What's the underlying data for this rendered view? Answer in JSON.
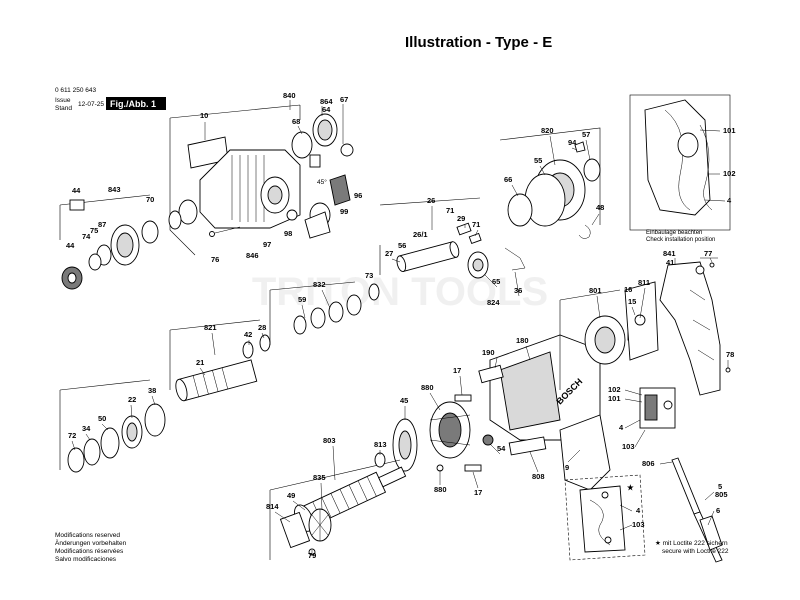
{
  "header": {
    "title": "Illustration - Type - E",
    "part_number": "0 611 250 643",
    "issue_label_1": "Issue",
    "issue_label_2": "Stand",
    "issue_date": "12-07-25",
    "fig_label": "Fig./Abb. 1"
  },
  "footer": {
    "mod_en": "Modifications reserved",
    "mod_de": "Änderungen vorbehalten",
    "mod_fr": "Modifications réservées",
    "mod_es": "Salvo modificaciones",
    "loctite_de": "★ mit Loctite 222 sichern",
    "loctite_en": "secure with Loctite 222"
  },
  "inset": {
    "note_de": "Einbaulage beachten",
    "note_en": "Check installation position"
  },
  "watermark": "TRITON TOOLS",
  "brand_logo": "BOSCH",
  "labels": {
    "l10": "10",
    "l840": "840",
    "l864": "864",
    "l67": "67",
    "l64": "64",
    "l68": "68",
    "l44a": "44",
    "l843": "843",
    "l87": "87",
    "l75": "75",
    "l74": "74",
    "l70": "70",
    "l44b": "44",
    "l45deg": "45°",
    "l96": "96",
    "l99": "99",
    "l98": "98",
    "l97": "97",
    "l846": "846",
    "l76": "76",
    "l820": "820",
    "l94": "94",
    "l57": "57",
    "l55": "55",
    "l66": "66",
    "l48": "48",
    "l26": "26",
    "l71a": "71",
    "l26_1": "26/1",
    "l29": "29",
    "l71b": "71",
    "l27": "27",
    "l56": "56",
    "l65": "65",
    "l824": "824",
    "l36": "36",
    "l73": "73",
    "l832": "832",
    "l59": "59",
    "l821": "821",
    "l42": "42",
    "l28": "28",
    "l21": "21",
    "l38": "38",
    "l22": "22",
    "l50": "50",
    "l34": "34",
    "l72": "72",
    "l801": "801",
    "l811": "811",
    "l16": "16",
    "l15": "15",
    "l190": "190",
    "l180": "180",
    "l17a": "17",
    "l880a": "880",
    "l45": "45",
    "l54": "54",
    "l880b": "880",
    "l17b": "17",
    "l808": "808",
    "l9": "9",
    "l803": "803",
    "l813": "813",
    "l835": "835",
    "l814": "814",
    "l49": "49",
    "l79": "79",
    "l101a": "101",
    "l102a": "102",
    "l4a": "4",
    "l841": "841",
    "l41": "41",
    "l77": "77",
    "l78": "78",
    "l102b": "102",
    "l101b": "101",
    "l4b": "4",
    "l103a": "103",
    "l806": "806",
    "l5": "5",
    "l805": "805",
    "l6": "6",
    "l4c": "4",
    "l103b": "103",
    "l_star": "★"
  }
}
